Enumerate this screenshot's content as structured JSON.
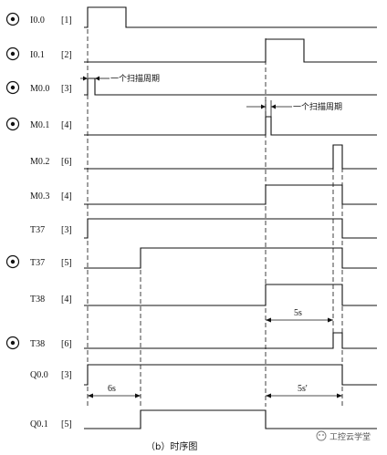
{
  "diagram": {
    "caption": "（b）时序图",
    "watermark": "工控云学堂",
    "annotation_scan_cycle": "一个扫描周期",
    "signals": [
      {
        "name": "I0.0",
        "ref": "[1]",
        "circled": true
      },
      {
        "name": "I0.1",
        "ref": "[2]",
        "circled": true
      },
      {
        "name": "M0.0",
        "ref": "[3]",
        "circled": true
      },
      {
        "name": "M0.1",
        "ref": "[4]",
        "circled": true
      },
      {
        "name": "M0.2",
        "ref": "[6]",
        "circled": false
      },
      {
        "name": "M0.3",
        "ref": "[4]",
        "circled": false
      },
      {
        "name": "T37",
        "ref": "[3]",
        "circled": false
      },
      {
        "name": "T37",
        "ref": "[5]",
        "circled": true
      },
      {
        "name": "T38",
        "ref": "[4]",
        "circled": false
      },
      {
        "name": "T38",
        "ref": "[6]",
        "circled": true
      },
      {
        "name": "Q0.0",
        "ref": "[3]",
        "circled": false
      },
      {
        "name": "Q0.1",
        "ref": "[5]",
        "circled": false
      }
    ],
    "durations": [
      {
        "label": "6s"
      },
      {
        "label": "5s"
      },
      {
        "label": "5s'"
      }
    ]
  }
}
